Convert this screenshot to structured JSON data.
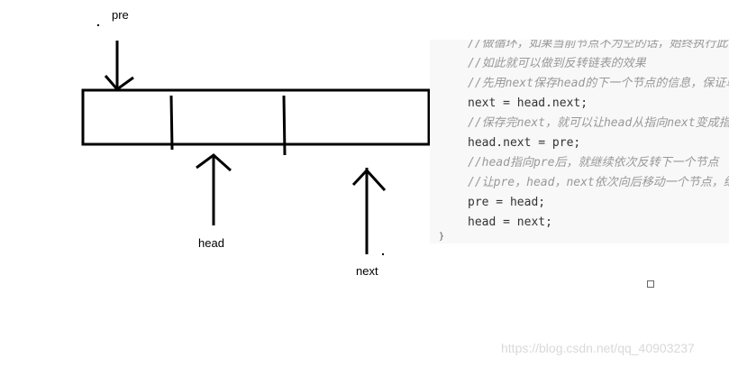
{
  "labels": {
    "pre": "pre",
    "head": "head",
    "next": "next"
  },
  "code": {
    "lines": [
      {
        "kind": "comment",
        "text": "//做循环，如果当前节点不为空的话，始终执行此循环"
      },
      {
        "kind": "comment",
        "text": "//如此就可以做到反转链表的效果"
      },
      {
        "kind": "comment",
        "text": "//先用next保存head的下一个节点的信息，保证单链表不会因为"
      },
      {
        "kind": "stmt",
        "text": "next = head.next;"
      },
      {
        "kind": "comment",
        "text": "//保存完next，就可以让head从指向next变成指向pre了"
      },
      {
        "kind": "stmt",
        "text": "head.next = pre;"
      },
      {
        "kind": "comment",
        "text": "//head指向pre后，就继续依次反转下一个节点"
      },
      {
        "kind": "comment",
        "text": "//让pre，head，next依次向后移动一个节点，继续下一次"
      },
      {
        "kind": "stmt",
        "text": "pre = head;"
      },
      {
        "kind": "stmt",
        "text": "head = next;"
      }
    ],
    "closing_brace": "}"
  },
  "watermark": "https://blog.csdn.net/qq_40903237",
  "colors": {
    "ink": "#000000",
    "comment": "#999999",
    "code": "#333333",
    "panel": "#f8f8f8"
  }
}
